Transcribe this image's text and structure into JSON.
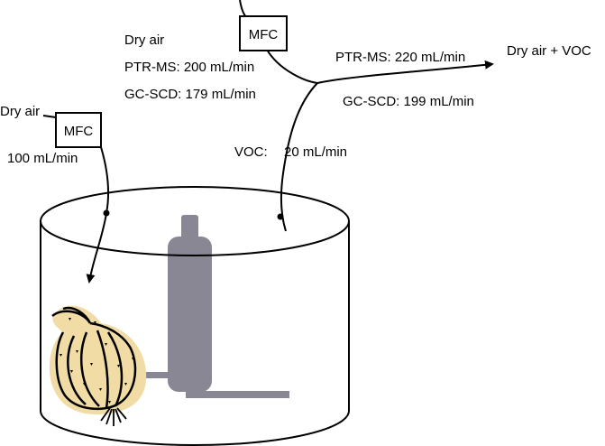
{
  "colors": {
    "line": "#000000",
    "cylinder": "#8a8794",
    "onion_glow": "#f2dca6"
  },
  "left_supply": {
    "gas": "Dry air",
    "mfc": "MFC",
    "flow": "100 mL/min"
  },
  "top_supply": {
    "gas": "Dry air",
    "mfc": "MFC",
    "ptr_flow": "PTR-MS: 200 mL/min",
    "gc_flow": "GC-SCD: 179 mL/min"
  },
  "voc_line": {
    "label": "VOC:",
    "flow": "20 mL/min"
  },
  "output": {
    "product": "Dry air + VOC",
    "ptr_flow": "PTR-MS: 220 mL/min",
    "gc_flow": "GC-SCD: 199 mL/min"
  },
  "components": {
    "onion": "onion-icon",
    "gas_cylinder": "gas-cylinder-icon",
    "chamber": "chamber-icon"
  }
}
